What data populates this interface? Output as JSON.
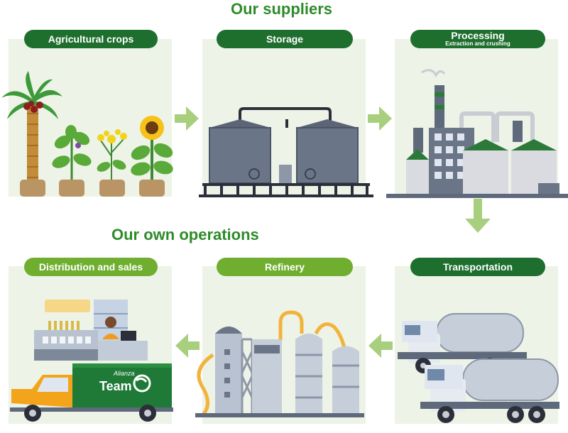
{
  "headings": {
    "suppliers": "Our suppliers",
    "operations": "Our own operations"
  },
  "stages": {
    "agricultural": {
      "label": "Agricultural crops"
    },
    "storage": {
      "label": "Storage"
    },
    "processing": {
      "label": "Processing",
      "sublabel": "Extraction and crushing"
    },
    "transportation": {
      "label": "Transportation"
    },
    "refinery": {
      "label": "Refinery"
    },
    "distribution": {
      "label": "Distribution and sales"
    }
  },
  "truck_brand": {
    "line1": "Alianza",
    "line2": "Team"
  },
  "colors": {
    "heading": "#2e8b2a",
    "pill_dark": "#1e6e2e",
    "pill_light": "#6fae2f",
    "arrow": "#a8cf7e",
    "panel": "#edf3e6"
  }
}
